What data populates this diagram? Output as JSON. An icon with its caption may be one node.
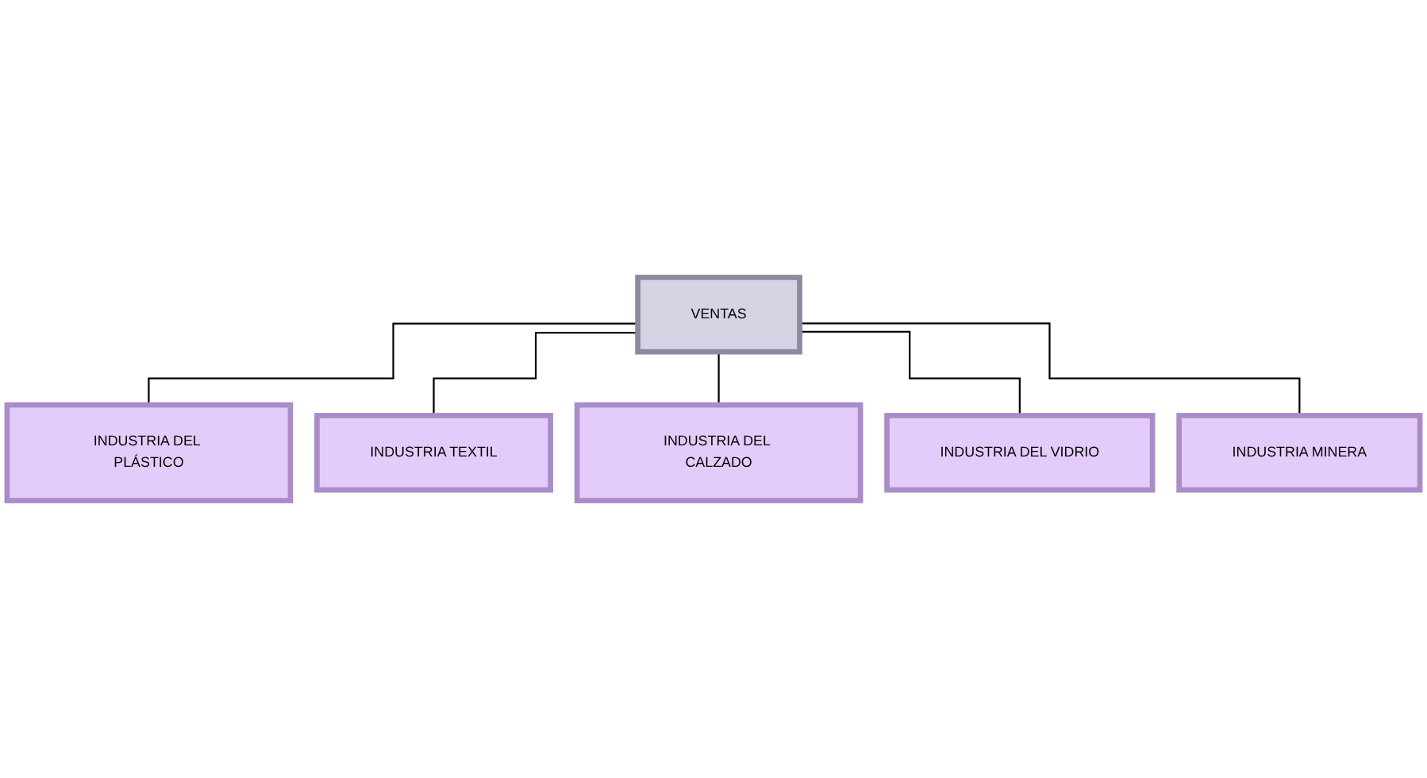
{
  "diagram": {
    "nodes": [
      {
        "text": [
          "VENTAS"
        ]
      },
      {
        "text": [
          "INDUSTRIA DEL PLÁSTICO"
        ]
      },
      {
        "text": [
          "INDUSTRIA TEXTIL"
        ]
      },
      {
        "text": [
          "INDUSTRIA DEL CALZADO"
        ]
      },
      {
        "text": [
          "INDUSTRIA DEL VIDRIO"
        ]
      },
      {
        "text": [
          "INDUSTRIA MINERA"
        ]
      }
    ],
    "edges": [
      {
        "from": 0,
        "to": 1,
        "arrow": "none"
      },
      {
        "from": 0,
        "to": 2,
        "arrow": "none"
      },
      {
        "from": 0,
        "to": 3,
        "arrow": "none"
      },
      {
        "from": 0,
        "to": 4,
        "arrow": "none"
      },
      {
        "from": 0,
        "to": 5,
        "arrow": "none"
      }
    ]
  }
}
